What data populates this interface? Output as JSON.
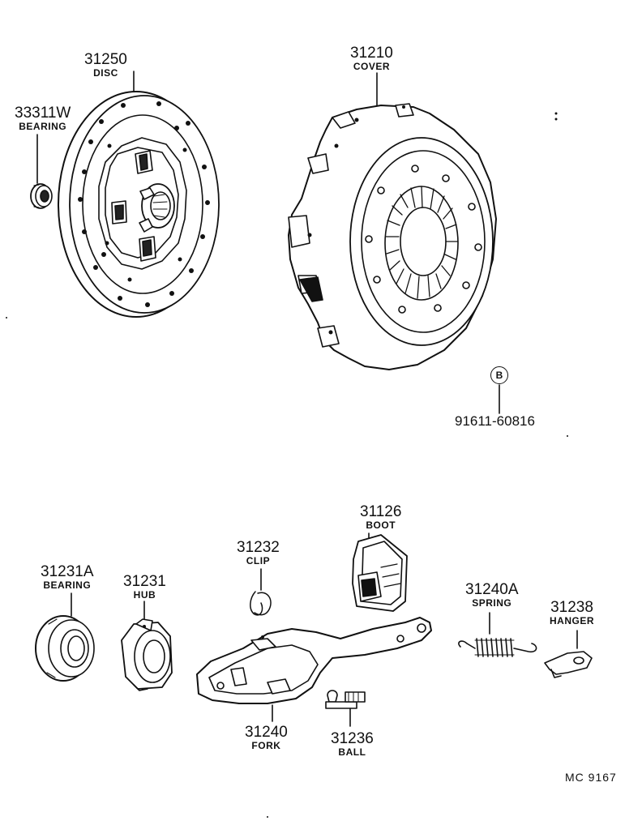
{
  "parts": [
    {
      "key": "disc",
      "number": "31250",
      "name": "DISC"
    },
    {
      "key": "bearing_w",
      "number": "33311W",
      "name": "BEARING"
    },
    {
      "key": "cover",
      "number": "31210",
      "name": "COVER"
    },
    {
      "key": "boot",
      "number": "31126",
      "name": "BOOT"
    },
    {
      "key": "clip",
      "number": "31232",
      "name": "CLIP"
    },
    {
      "key": "bearing_a",
      "number": "31231A",
      "name": "BEARING"
    },
    {
      "key": "hub",
      "number": "31231",
      "name": "HUB"
    },
    {
      "key": "spring",
      "number": "31240A",
      "name": "SPRING"
    },
    {
      "key": "hanger",
      "number": "31238",
      "name": "HANGER"
    },
    {
      "key": "fork",
      "number": "31240",
      "name": "FORK"
    },
    {
      "key": "ball",
      "number": "31236",
      "name": "BALL"
    }
  ],
  "bolt": {
    "badge": "B",
    "number": "91611-60816"
  },
  "figure_ref": "MC  9167"
}
